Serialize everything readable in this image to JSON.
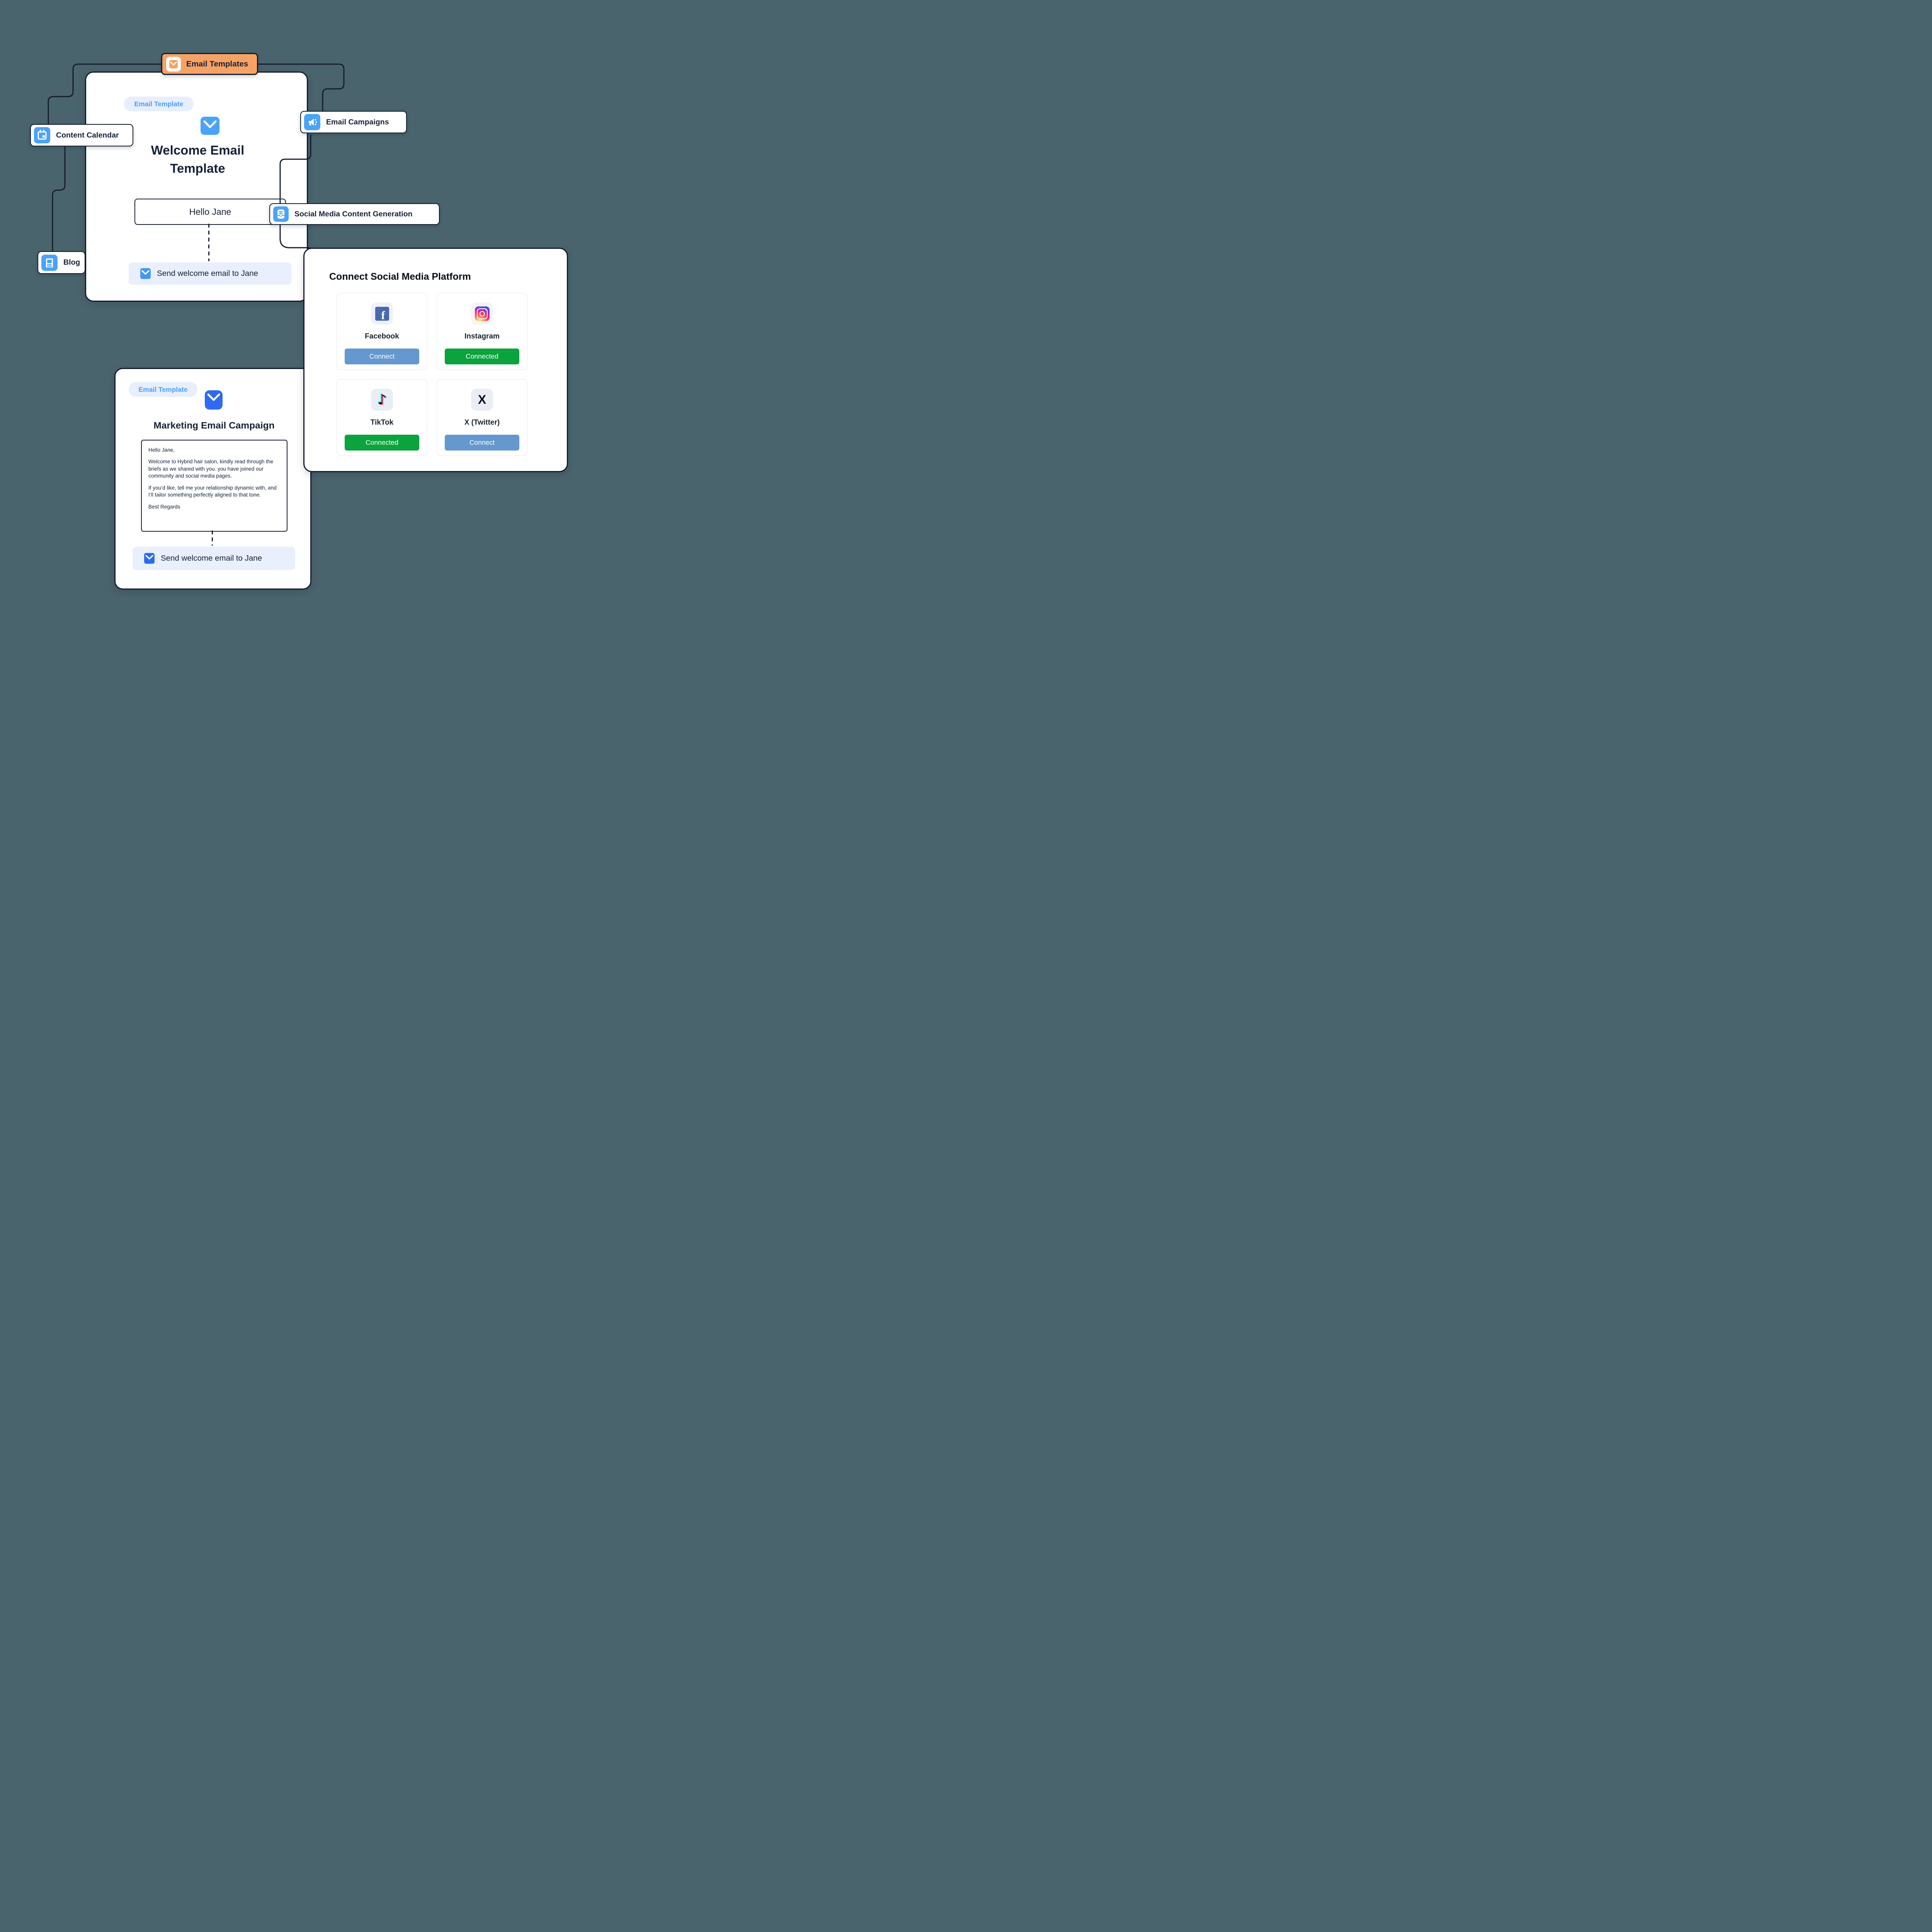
{
  "palette": {
    "background": "#4A646D",
    "line": "#131C2E",
    "accent_orange": "#F7A265",
    "node_icon_blue": "#4BA3F8",
    "deep_blue": "#2E6BF0",
    "tag_text_blue": "#4D9FFA",
    "tag_bg": "#E7EEFD",
    "send_row_bg": "#E9EFFC",
    "connect_button_blue": "#6498CF",
    "connected_button_green": "#0BA33E"
  },
  "flow": {
    "badge": {
      "label": "Email Templates",
      "icon": "mail-icon"
    },
    "nodes": [
      {
        "label": "Content Calendar",
        "icon": "calendar-icon"
      },
      {
        "label": "Blog",
        "icon": "blog-document-icon"
      },
      {
        "label": "Email Campaigns",
        "icon": "megaphone-icon"
      },
      {
        "label": "Social Media Content Generation",
        "icon": "inbox-tray-icon"
      }
    ]
  },
  "welcome_card": {
    "tag": "Email Template",
    "title": "Welcome Email Template",
    "field_value": "Hello Jane",
    "action_label": "Send welcome email to Jane"
  },
  "connect_card": {
    "title": "Connect Social Media Platform",
    "platforms": [
      {
        "name": "Facebook",
        "status": "Connect",
        "connected": false,
        "icon": "facebook-icon"
      },
      {
        "name": "Instagram",
        "status": "Connected",
        "connected": true,
        "icon": "instagram-icon"
      },
      {
        "name": "TikTok",
        "status": "Connected",
        "connected": true,
        "icon": "tiktok-icon"
      },
      {
        "name": "X (Twitter)",
        "status": "Connect",
        "connected": false,
        "icon": "x-twitter-icon"
      }
    ]
  },
  "marketing_card": {
    "tag": "Email Template",
    "title": "Marketing Email Campaign",
    "email_body": [
      "Hello Jane,",
      "Welcome to Hybrid hair salon, kindly read through the briefs as we shared with you. you have joined our community and social media pages.",
      "If you’d like, tell me your relationship dynamic with, and I’ll tailor something perfectly aligned to that tone.",
      "Best Regards"
    ],
    "action_label": "Send welcome email to Jane"
  }
}
